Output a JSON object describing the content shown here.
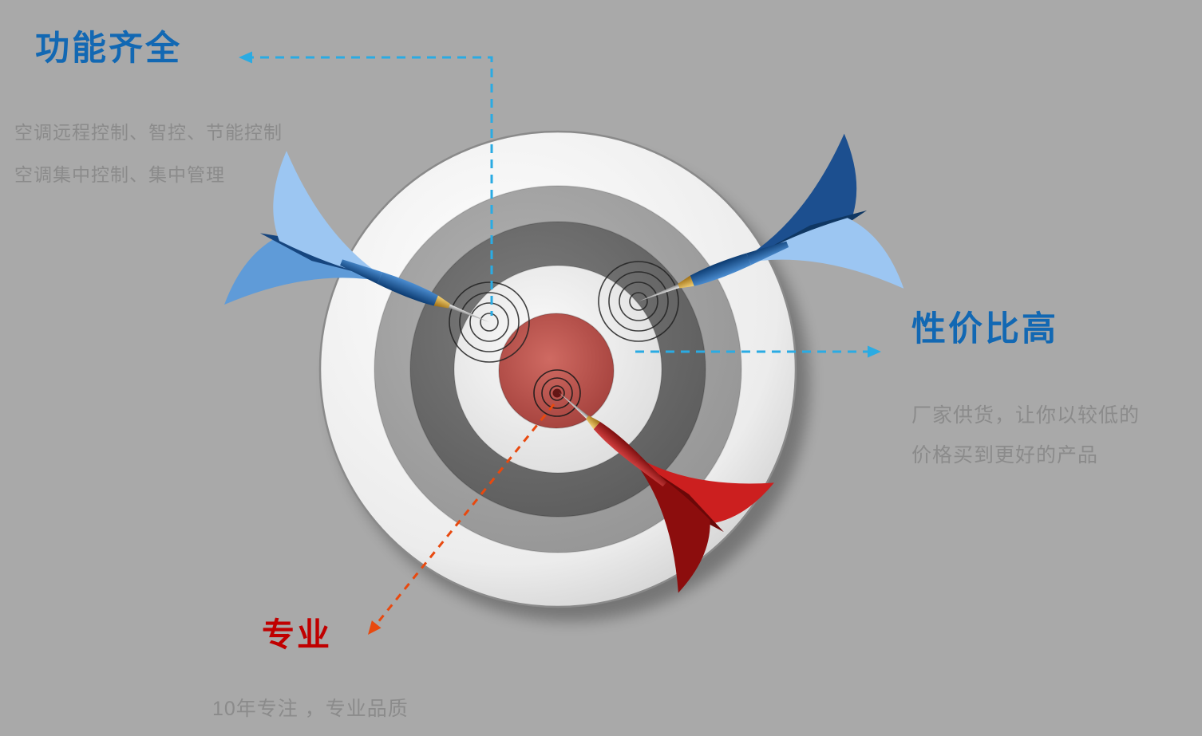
{
  "diagram": {
    "type": "dart-target-infographic",
    "description": "Dartboard with three darts and three feature callouts"
  },
  "features": [
    {
      "id": "full-features",
      "title": "功能齐全",
      "lines": [
        "空调远程控制、智控、节能控制",
        "空调集中控制、集中管理"
      ],
      "accent": "#1268b3",
      "leader": "blue-dashed"
    },
    {
      "id": "high-value",
      "title": "性价比高",
      "lines": [
        "厂家供货，让你以较低的",
        "价格买到更好的产品"
      ],
      "accent": "#1268b3",
      "leader": "blue-dashed"
    },
    {
      "id": "professional",
      "title": "专业",
      "lines": [
        "10年专注 ，专业品质"
      ],
      "accent": "#c00000",
      "leader": "red-dashed"
    }
  ],
  "colors": {
    "background": "#a9a9a9",
    "title_blue": "#1268b3",
    "title_red": "#c00000",
    "text_gray": "#8b8b8b",
    "leader_blue": "#2aabe3",
    "leader_red": "#e8490f",
    "dart_blue_light": "#9cc6f2",
    "dart_blue_dark": "#1c4f8f",
    "dart_red_bright": "#cc1f1f",
    "dart_red_dark": "#8c0d0d",
    "target_red_center": "#b5504a",
    "gold_collar": "#d9a63f"
  }
}
